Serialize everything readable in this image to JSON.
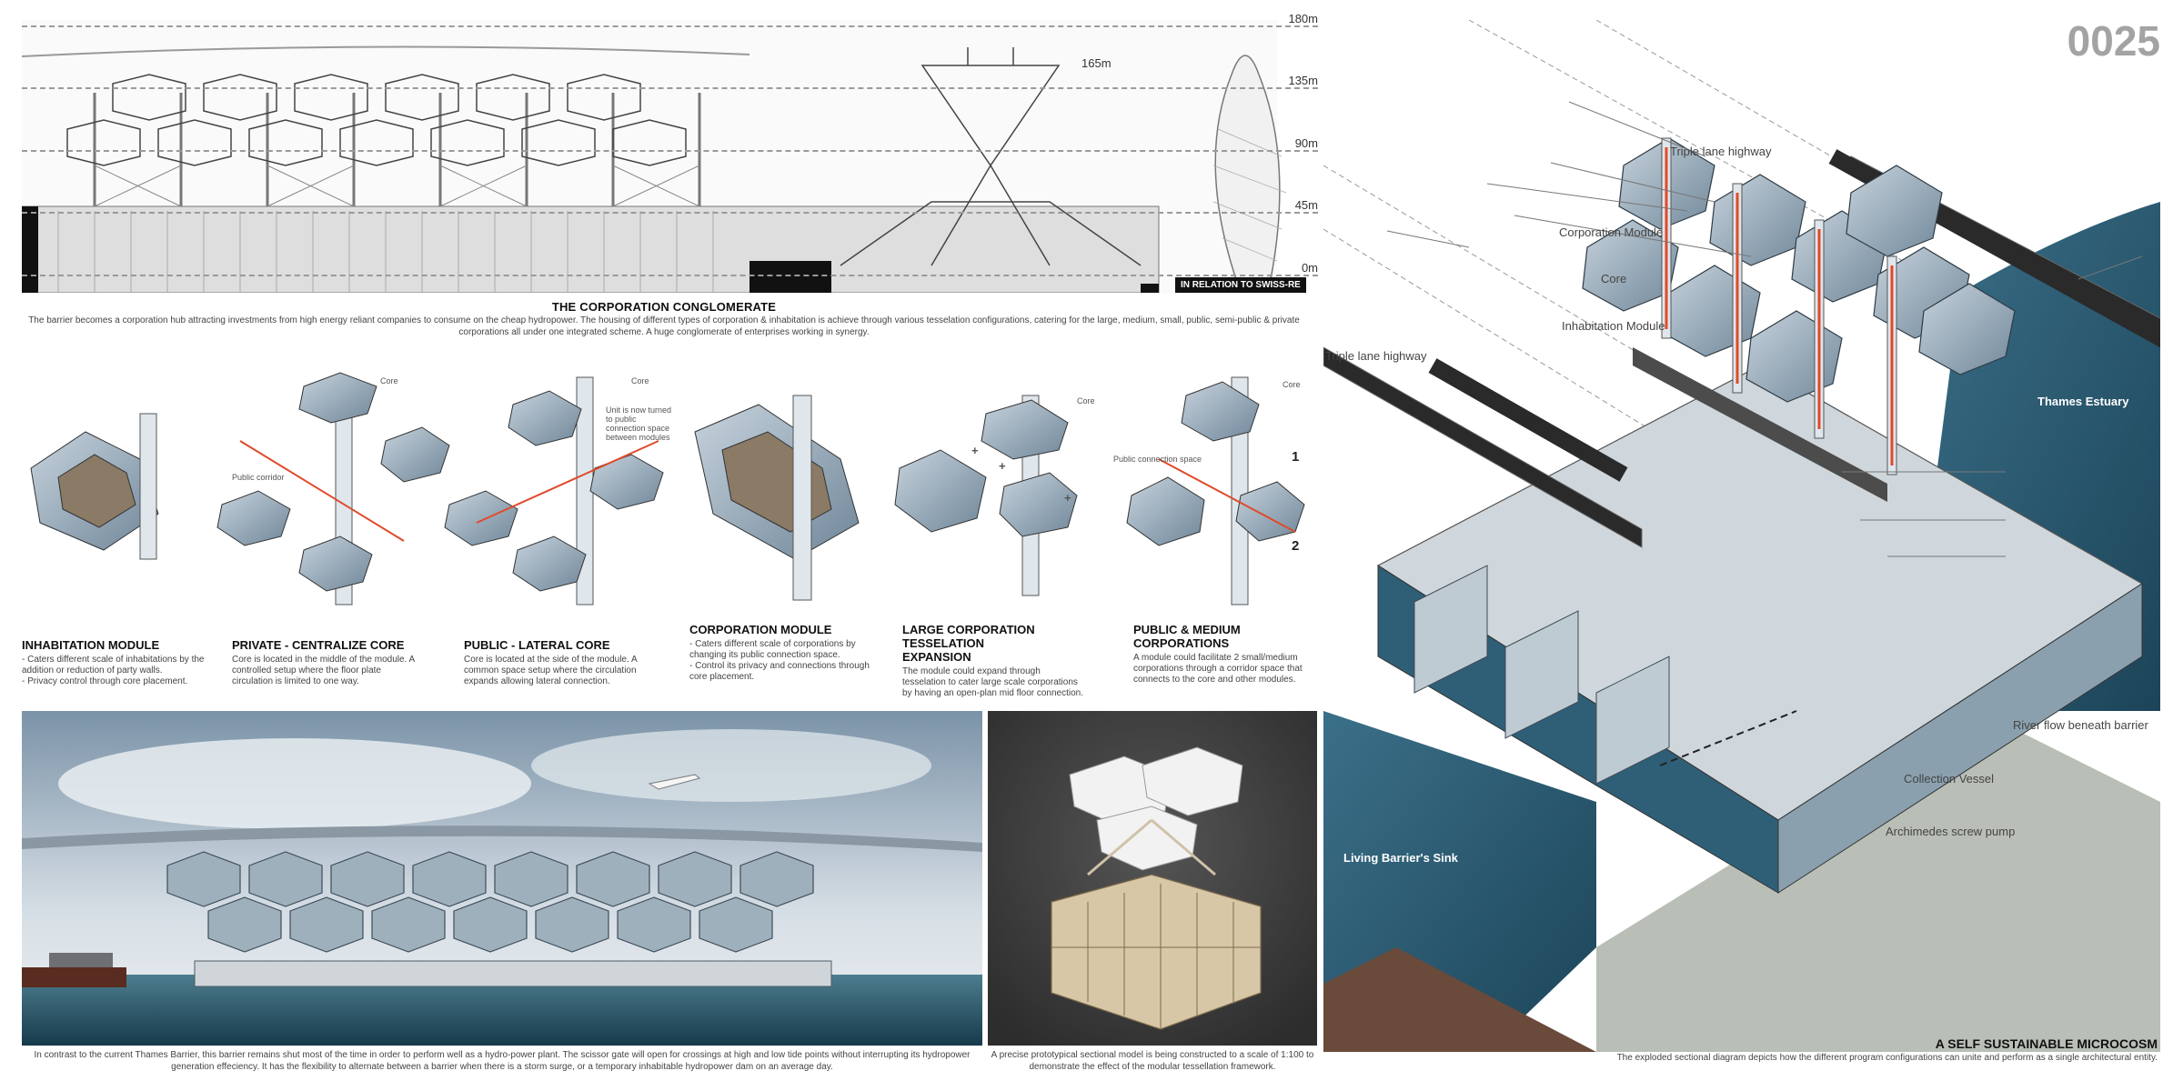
{
  "panel_number": "0025",
  "elevation": {
    "levels": [
      "180m",
      "135m",
      "90m",
      "45m",
      "0m"
    ],
    "height_mark": "165m",
    "swiss_re_tag": "IN RELATION TO SWISS-RE"
  },
  "conglomerate": {
    "title": "THE CORPORATION CONGLOMERATE",
    "description": "The barrier becomes a corporation hub attracting investments from high energy reliant companies to consume on the cheap hydropower. The housing of different types of corporation & inhabitation is achieve through various tesselation configurations, catering for the large, medium, small, public, semi-public & private corporations all under one integrated scheme. A huge conglomerate of enterprises working in synergy."
  },
  "modules": [
    {
      "title": "INHABITATION MODULE",
      "description": "- Caters different scale of inhabitations by the addition or reduction of party walls.\n- Privacy control through core placement.",
      "labels": []
    },
    {
      "title": "PRIVATE - CENTRALIZE CORE",
      "description": "Core is located in the middle of the module. A controlled setup where the floor plate circulation is limited to one way.",
      "labels": [
        "Core",
        "Public corridor"
      ]
    },
    {
      "title": "PUBLIC - LATERAL CORE",
      "description": "Core is located at the side of the module. A common space setup where the circulation expands allowing lateral connection.",
      "labels": [
        "Core",
        "Unit is now turned to public connection space between modules"
      ]
    },
    {
      "title": "CORPORATION MODULE",
      "description": "- Caters different scale of corporations by changing its public connection space.\n- Control its privacy and connections through core placement.",
      "labels": []
    },
    {
      "title": "LARGE CORPORATION TESSELATION EXPANSION",
      "description": "The module could expand through tesselation to cater large scale corporations by having an open-plan mid floor connection.",
      "labels": [
        "Core",
        "+",
        "+",
        "+"
      ]
    },
    {
      "title": "PUBLIC & MEDIUM CORPORATIONS",
      "description": "A module could facilitate 2 small/medium corporations through a corridor space that connects to the core and other modules.",
      "labels": [
        "Core",
        "Public connection space",
        "1",
        "2"
      ]
    }
  ],
  "render_caption": "In contrast to the current Thames Barrier, this barrier remains shut most of the time in order to perform well as a hydro-power plant. The scissor gate will open for crossings at high and low tide points without interrupting its hydropower generation effeciency. It has the flexibility to alternate between a barrier when there is a storm surge, or a temporary inhabitable hydropower dam on an average day.",
  "model_caption": "A precise prototypical sectional model is being constructed to a scale of 1:100 to demonstrate the effect of the modular tessellation framework.",
  "exploded": {
    "callouts": [
      "Triple lane highway",
      "Corporation Module",
      "Core",
      "Inhabitation Module",
      "Triple lane highway",
      "River flow beneath barrier",
      "Collection Vessel",
      "Archimedes screw pump"
    ],
    "thames_estuary": "Thames Estuary",
    "living_sink": "Living Barrier's Sink",
    "title": "A SELF SUSTAINABLE MICROCOSM",
    "description": "The exploded sectional diagram depicts how the different program configurations can unite and perform as a single architectural entity."
  },
  "colors": {
    "water": "#2c5f78",
    "arrow_red": "#e04a2a",
    "steel": "#8fa3b3",
    "panel_num": "#a3a3a3"
  }
}
